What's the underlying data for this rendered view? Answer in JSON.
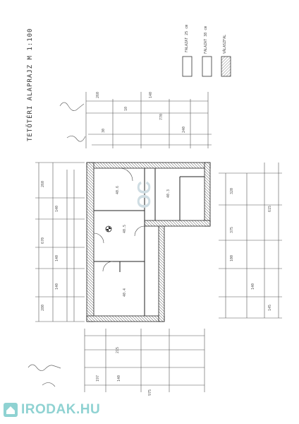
{
  "drawing": {
    "title": "TETŐTÉRI ALAPRAJZ M 1:100",
    "legend": [
      {
        "label": "FALAZAT 25 cm",
        "pattern": "empty"
      },
      {
        "label": "FALAZAT 38 cm",
        "pattern": "empty"
      },
      {
        "label": "VÁLASZFAL",
        "pattern": "hatched"
      }
    ],
    "watermark": {
      "brand": "IRODAK.HU",
      "icon": "house-icon",
      "color": "#8fd2d2"
    },
    "center_logo": "OC",
    "room_labels": [
      "40.6",
      "40.5",
      "40.4",
      "40.3"
    ]
  }
}
